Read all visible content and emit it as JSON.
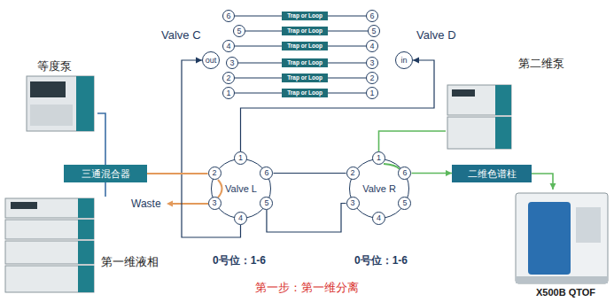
{
  "diagram": {
    "caption": "第一步：第一维分离",
    "nodes": [
      {
        "text": [
          "6"
        ]
      },
      {
        "text": [
          "Trap or Loop"
        ]
      },
      {
        "text": [
          "6"
        ]
      },
      {
        "text": [
          "5"
        ]
      },
      {
        "text": [
          "Trap or Loop"
        ]
      },
      {
        "text": [
          "5"
        ]
      },
      {
        "text": [
          "4"
        ]
      },
      {
        "text": [
          "Trap or Loop"
        ]
      },
      {
        "text": [
          "4"
        ]
      },
      {
        "text": [
          "3"
        ]
      },
      {
        "text": [
          "Trap or Loop"
        ]
      },
      {
        "text": [
          "3"
        ]
      },
      {
        "text": [
          "2"
        ]
      },
      {
        "text": [
          "Trap or Loop"
        ]
      },
      {
        "text": [
          "2"
        ]
      },
      {
        "text": [
          "1"
        ]
      },
      {
        "text": [
          "Trap or Loop"
        ]
      },
      {
        "text": [
          "1"
        ]
      },
      {
        "text": [
          "out"
        ]
      },
      {
        "text": [
          "in"
        ]
      },
      {
        "text": [
          "等度泵"
        ]
      },
      {
        "text": [
          "第二维泵"
        ]
      },
      {
        "text": [
          "三通混合器"
        ]
      },
      {
        "text": [
          "Valve L"
        ]
      },
      {
        "text": [
          "1"
        ],
        "in": 23
      },
      {
        "text": [
          "2"
        ],
        "in": 23
      },
      {
        "text": [
          "3"
        ],
        "in": 23
      },
      {
        "text": [
          "4"
        ],
        "in": 23
      },
      {
        "text": [
          "5"
        ],
        "in": 23
      },
      {
        "text": [
          "6"
        ],
        "in": 23
      },
      {
        "text": [
          "Valve R"
        ]
      },
      {
        "text": [
          "1"
        ],
        "in": 30
      },
      {
        "text": [
          "2"
        ],
        "in": 30
      },
      {
        "text": [
          "3"
        ],
        "in": 30
      },
      {
        "text": [
          "4"
        ],
        "in": 30
      },
      {
        "text": [
          "5"
        ],
        "in": 30
      },
      {
        "text": [
          "6"
        ],
        "in": 30
      },
      {
        "text": [
          "二维色谱柱"
        ]
      },
      {
        "text": [
          "第一维液相"
        ]
      },
      {
        "text": [
          "X500B QTOF"
        ]
      }
    ],
    "edges": [
      {
        "from": 0,
        "to": 1,
        "arrow": "none"
      },
      {
        "from": 1,
        "to": 2,
        "arrow": "none"
      },
      {
        "from": 3,
        "to": 4,
        "arrow": "none"
      },
      {
        "from": 4,
        "to": 5,
        "arrow": "none"
      },
      {
        "from": 6,
        "to": 7,
        "arrow": "none"
      },
      {
        "from": 7,
        "to": 8,
        "arrow": "none"
      },
      {
        "from": 9,
        "to": 10,
        "arrow": "none"
      },
      {
        "from": 10,
        "to": 11,
        "arrow": "none"
      },
      {
        "from": 12,
        "to": 13,
        "arrow": "none"
      },
      {
        "from": 13,
        "to": 14,
        "arrow": "none"
      },
      {
        "from": 15,
        "to": 16,
        "arrow": "none"
      },
      {
        "from": 16,
        "to": 17,
        "arrow": "none"
      },
      {
        "from": 24,
        "to": 19,
        "arrow": "to"
      },
      {
        "from": 27,
        "to": 18,
        "arrow": "to"
      },
      {
        "from": 22,
        "to": 25,
        "arrow": "none"
      },
      {
        "from": 29,
        "to": 32,
        "arrow": "none"
      },
      {
        "from": 28,
        "to": 33,
        "arrow": "none"
      },
      {
        "from": 21,
        "to": 31,
        "arrow": "none"
      },
      {
        "from": 36,
        "to": 37,
        "arrow": "to"
      },
      {
        "from": 37,
        "to": 39,
        "arrow": "to"
      },
      {
        "from": 20,
        "to": 22,
        "arrow": "none"
      },
      {
        "from": 38,
        "to": 22,
        "arrow": "none"
      }
    ],
    "labels": [
      "Valve C",
      "Valve D",
      "Waste",
      "0号位：1-6",
      "0号位：1-6"
    ]
  }
}
